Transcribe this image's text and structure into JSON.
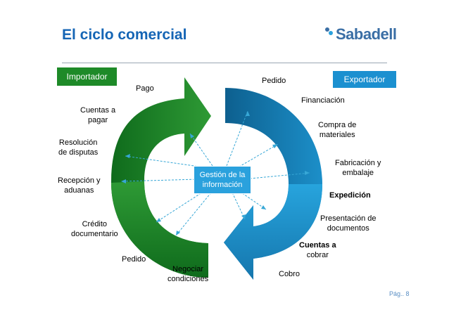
{
  "header": {
    "title": "El ciclo comercial",
    "logo_text": "Sabadell",
    "logo_icon": "sabadell-dots-logo"
  },
  "boxes": {
    "importer": "Importador",
    "exporter": "Exportador",
    "center": [
      "Gestión de la",
      "información"
    ]
  },
  "labels": {
    "pago": "Pago",
    "cuentas_pagar": [
      "Cuentas a",
      "pagar"
    ],
    "resolucion": [
      "Resolución",
      "de disputas"
    ],
    "recepcion": [
      "Recepción y",
      "aduanas"
    ],
    "credito": [
      "Crédito",
      "documentario"
    ],
    "pedido_left": "Pedido",
    "negociar": [
      "Negociar",
      "condiciones"
    ],
    "cobro": "Cobro",
    "cuentas_cobrar": [
      "Cuentas a",
      "cobrar"
    ],
    "presentacion": [
      "Presentación de",
      "documentos"
    ],
    "expedicion": "Expedición",
    "fabricacion": [
      "Fabricación y",
      "embalaje"
    ],
    "compra": [
      "Compra de",
      "materiales"
    ],
    "financiacion": "Financiación",
    "pedido_right": "Pedido"
  },
  "footer": {
    "page": "Pág.. 8"
  },
  "colors": {
    "title": "#1565b5",
    "green_dark": "#0f6b1c",
    "green_light": "#2e9a35",
    "blue_dark": "#0d5f8e",
    "blue_light": "#27a4dd",
    "dashed": "#37a7d6"
  }
}
